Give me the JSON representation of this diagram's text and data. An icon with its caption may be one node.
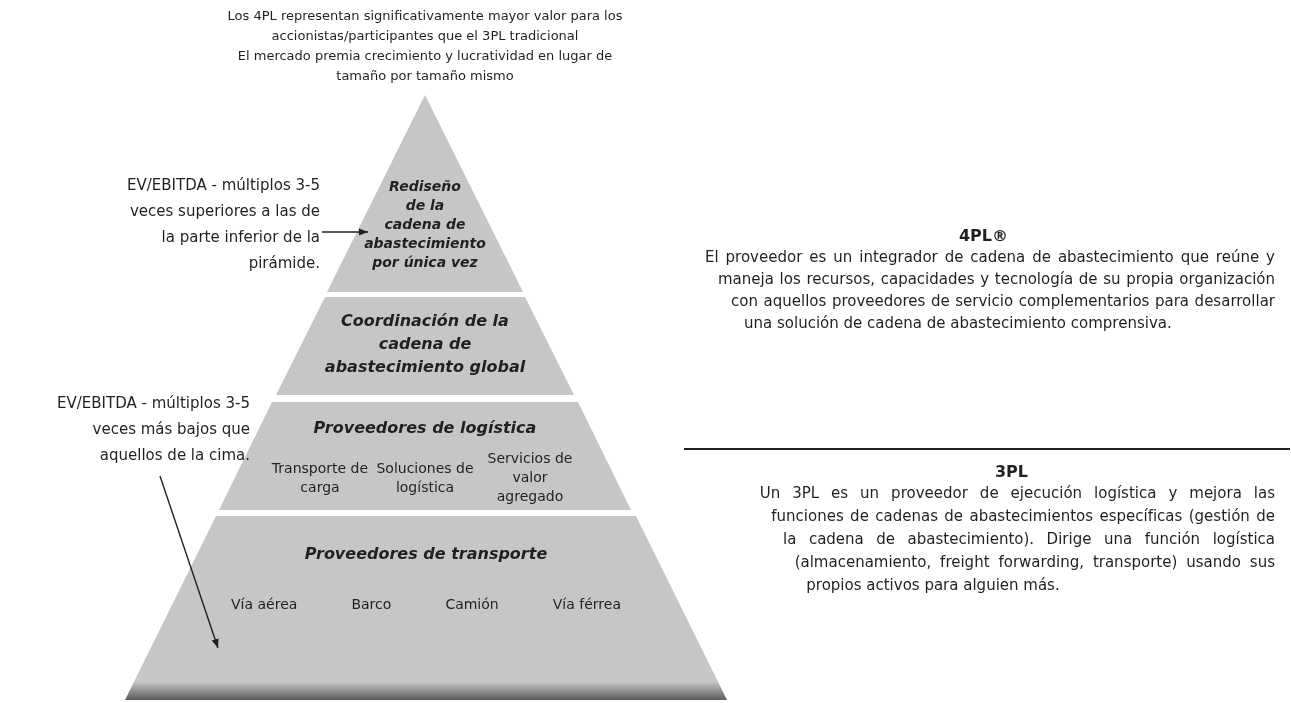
{
  "diagram": {
    "nodes": [
      {
        "text": [
          "Rediseño de la cadena de abastecimiento por única vez"
        ]
      },
      {
        "text": [
          "Coordinación de la cadena de abastecimiento global"
        ]
      },
      {
        "text": [
          "Proveedores de logística",
          "Transporte de carga",
          "Soluciones de logística",
          "Servicios de valor agregado"
        ]
      },
      {
        "text": [
          "Proveedores de transporte",
          "Vía aérea",
          "Barco",
          "Camión",
          "Vía férrea"
        ]
      },
      {
        "text": [
          "EV/EBITDA - múltiplos 3-5 veces superiores a las de la parte inferior de la pirámide."
        ]
      },
      {
        "text": [
          "EV/EBITDA - múltiplos 3-5 veces más bajos que aquellos de la cima."
        ]
      }
    ],
    "edges": [
      {
        "from": 4,
        "to": 0,
        "arrow": "to"
      },
      {
        "from": 5,
        "to": 3,
        "arrow": "to"
      }
    ],
    "labels": [
      "Los 4PL representan significativamente mayor valor para los accionistas/participantes que el 3PL tradicional",
      "El mercado premia crecimiento y lucratividad en lugar de tamaño por tamaño mismo",
      "4PL®",
      "El proveedor es un integrador de cadena de abastecimiento que reúne y maneja los recursos, capacidades y tecnología de su propia organización con aquellos proveedores de servicio complementarios para desarrollar una solución de cadena de abastecimiento comprensiva.",
      "3PL",
      "Un 3PL es un proveedor de ejecución logística y mejora las funciones de cadenas de abastecimientos específicas (gestión de la cadena de abastecimiento). Dirige una función logística (almacenamiento, freight forwarding, transporte) usando sus propios activos para alguien más."
    ]
  }
}
